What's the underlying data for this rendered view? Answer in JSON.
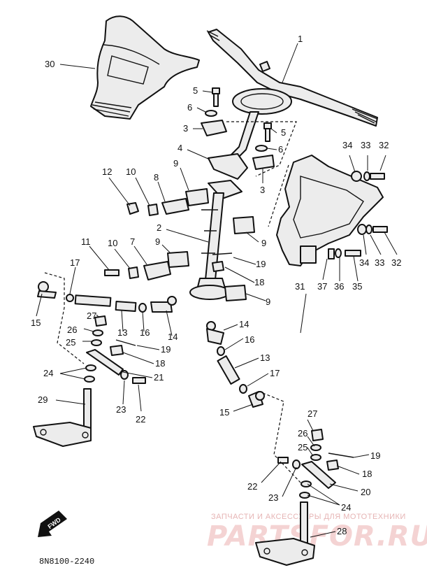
{
  "diagram_code": "8N8100-2240",
  "fwd_label": "FWD",
  "watermark": {
    "caption": "ЗАПЧАСТИ И АКСЕССУАРЫ ДЛЯ МОТОТЕХНИКИ",
    "logo_text": "PARTSFOR.RU"
  },
  "callouts": {
    "c1": "1",
    "c2": "2",
    "c3a": "3",
    "c3b": "3",
    "c4": "4",
    "c5a": "5",
    "c5b": "5",
    "c6a": "6",
    "c6b": "6",
    "c7": "7",
    "c8": "8",
    "c9a": "9",
    "c9b": "9",
    "c9c": "9",
    "c9d": "9",
    "c10a": "10",
    "c10b": "10",
    "c11": "11",
    "c12": "12",
    "c13a": "13",
    "c13b": "13",
    "c14a": "14",
    "c14b": "14",
    "c15a": "15",
    "c15b": "15",
    "c16a": "16",
    "c16b": "16",
    "c17a": "17",
    "c17b": "17",
    "c18a": "18",
    "c18b": "18",
    "c18c": "18",
    "c19a": "19",
    "c19b": "19",
    "c19c": "19",
    "c20": "20",
    "c21": "21",
    "c22a": "22",
    "c22b": "22",
    "c23a": "23",
    "c23b": "23",
    "c24a": "24",
    "c24b": "24",
    "c25a": "25",
    "c25b": "25",
    "c26a": "26",
    "c26b": "26",
    "c27a": "27",
    "c27b": "27",
    "c28": "28",
    "c29": "29",
    "c30": "30",
    "c31": "31",
    "c32a": "32",
    "c32b": "32",
    "c33a": "33",
    "c33b": "33",
    "c34a": "34",
    "c34b": "34",
    "c35": "35",
    "c36": "36",
    "c37": "37"
  }
}
